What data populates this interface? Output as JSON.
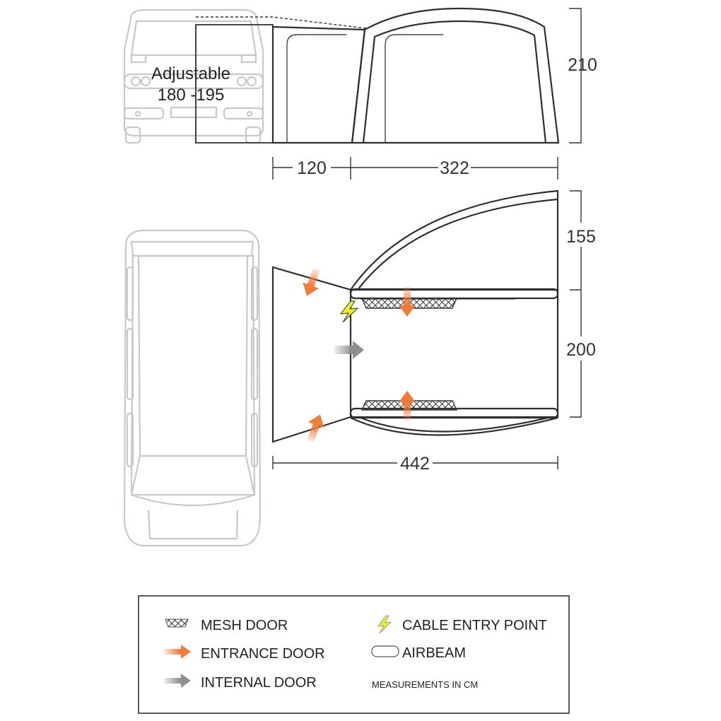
{
  "elevation": {
    "adjustable_label": "Adjustable",
    "adjustable_range": "180 -195",
    "height": "210",
    "porch_width": "120",
    "main_width": "322"
  },
  "plan": {
    "canopy_depth": "155",
    "floor_depth": "200",
    "total_width": "442"
  },
  "legend": {
    "mesh_door": "MESH DOOR",
    "entrance_door": "ENTRANCE DOOR",
    "internal_door": "INTERNAL DOOR",
    "cable_entry": "CABLE ENTRY POINT",
    "airbeam": "AIRBEAM",
    "units_note": "MEASUREMENTS IN CM"
  },
  "colors": {
    "entrance": "#f07b3a",
    "internal": "#8f8f8f",
    "cable": "#e8ee2a",
    "van_outline": "#c8c8c8",
    "tent_outline": "#2e2e2e"
  }
}
